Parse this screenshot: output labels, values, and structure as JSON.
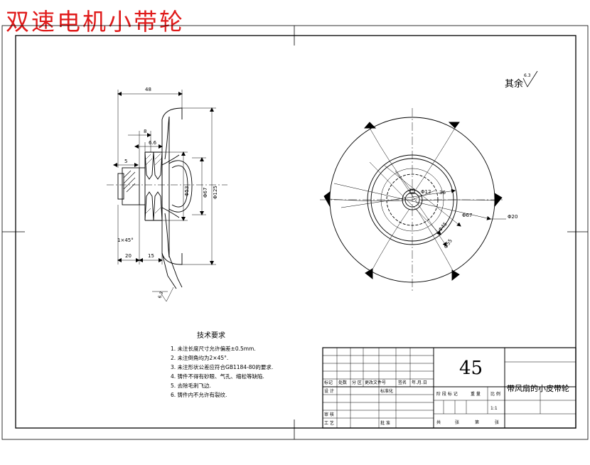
{
  "heading": "双速电机小带轮",
  "roughness_note": {
    "label": "其余",
    "value": "6.3"
  },
  "side_view": {
    "dims": {
      "overall_length": "48",
      "hub_width": "8",
      "groove_pitch": "6.6",
      "bore_offset": "5",
      "chamfer": "1×45°",
      "left_length": "20",
      "right_length": "15",
      "dia_small": "Φ53",
      "dia_mid": "Φ67",
      "dia_large": "Φ125",
      "rough_value": "6.3"
    }
  },
  "front_view": {
    "dims": {
      "d12": "Φ12",
      "d36": "36",
      "d67": "Φ67",
      "d55": "Φ55",
      "d45": "Φ45",
      "d20": "Φ20"
    }
  },
  "tech_req": {
    "title": "技术要求",
    "items": [
      "1. 未注长度尺寸允许偏差±0.5mm.",
      "2. 未注倒角均为2×45°.",
      "3. 未注形状公差应符合GB1184-80的要求.",
      "4. 铸件不得有砂眼、气孔、缩松等缺陷.",
      "5. 去除毛刺飞边.",
      "6. 铸件内不允许有裂纹."
    ]
  },
  "title_block": {
    "drawing_no": "45",
    "part_name": "带风扇的小皮带轮",
    "change_headers": [
      "标记",
      "处数",
      "分 区",
      "更改文件号",
      "签名",
      "年.月.日"
    ],
    "left_labels": [
      "设 计",
      "标准化",
      "审 核",
      "工 艺",
      "批 准"
    ],
    "stage_headers": [
      "阶 段 标 记",
      "重 量",
      "比 例"
    ],
    "scale": "1:1",
    "sheet_info": [
      "共",
      "张",
      "第",
      "张"
    ]
  }
}
